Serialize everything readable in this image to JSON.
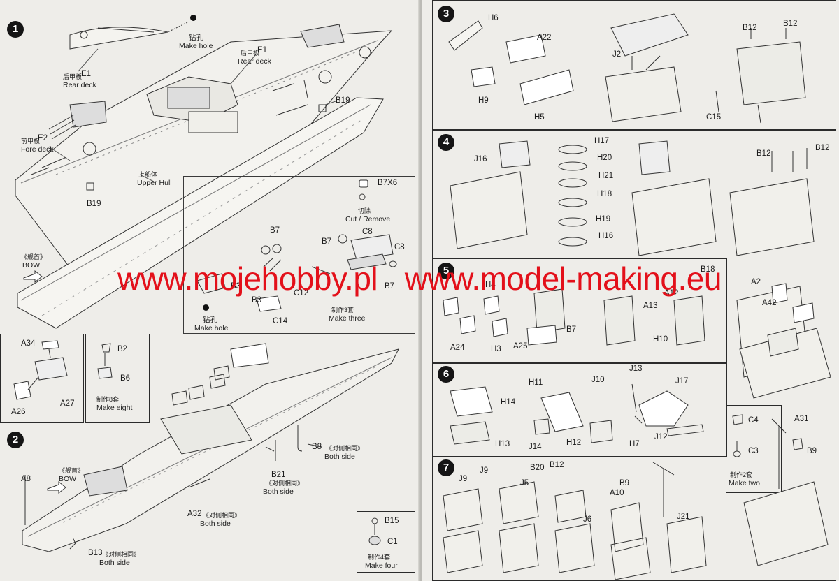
{
  "watermark": {
    "left": "www.mojehobby.pl",
    "right": "www.model-making.eu"
  },
  "colors": {
    "watermark": "#e3101a",
    "paper": "#eeede9",
    "ink": "#1c1c1c"
  },
  "steps": [
    "1",
    "2",
    "3",
    "4",
    "5",
    "6",
    "7"
  ],
  "step1": {
    "make_hole_top_cn": "钻孔",
    "make_hole_top": "Make hole",
    "rear_deck_top_cn": "后甲板",
    "rear_deck_top_part": "E1",
    "rear_deck_top": "Rear deck",
    "rear_deck_left_cn": "后甲板",
    "rear_deck_left_part": "E1",
    "rear_deck_left": "Rear deck",
    "b19_top": "B19",
    "fore_deck_cn": "前甲板",
    "fore_deck_part": "E2",
    "fore_deck": "Fore deck",
    "upper_hull_cn": "上船体",
    "upper_hull": "Upper Hull",
    "b19_bottom": "B19",
    "bow_cn": "《舰首》",
    "bow": "BOW",
    "b7x6": "B7X6",
    "cut_remove_cn": "切除",
    "cut_remove": "Cut / Remove",
    "b7_a": "B7",
    "c8_a": "C8",
    "b7_b": "B7",
    "c8_b": "C8",
    "b7_c": "B7",
    "b3_a": "B3",
    "c12": "C12",
    "b3_b": "B3",
    "c14": "C14",
    "make_hole_bottom_cn": "钻孔",
    "make_hole_bottom": "Make hole",
    "make_three_cn": "制作3套",
    "make_three": "Make three"
  },
  "inset_a": {
    "a34": "A34",
    "a27": "A27",
    "a26": "A26"
  },
  "inset_b": {
    "b2": "B2",
    "b6": "B6",
    "make_eight_cn": "制作8套",
    "make_eight": "Make eight"
  },
  "step2": {
    "b8": "B8",
    "b8_note": "《对侧相同》",
    "b8_both": "Both side",
    "b21": "B21",
    "b21_note": "《对侧相同》",
    "b21_both": "Both side",
    "bow_cn": "《舰首》",
    "bow": "BOW",
    "a8": "A8",
    "a32": "A32",
    "a32_note": "《对侧相同》",
    "a32_both": "Both side",
    "b13": "B13",
    "b13_note": "《对侧相同》",
    "b13_both": "Both side",
    "b15": "B15",
    "c1": "C1",
    "make_four_cn": "制作4套",
    "make_four": "Make four"
  },
  "step3": {
    "h6": "H6",
    "a22": "A22",
    "h9": "H9",
    "h5": "H5",
    "j2": "J2",
    "b12_a": "B12",
    "b12_b": "B12",
    "c15": "C15"
  },
  "step4": {
    "j16": "J16",
    "h17": "H17",
    "h20": "H20",
    "h21": "H21",
    "h18": "H18",
    "h19": "H19",
    "h16": "H16",
    "b12_a": "B12",
    "b12_b": "B12"
  },
  "step5": {
    "a2": "A2",
    "a42": "A42",
    "h4": "H4",
    "b7": "B7",
    "a24": "A24",
    "h3": "H3",
    "a25": "A25",
    "h10": "H10",
    "a13": "A13",
    "a12": "A12",
    "b18": "B18"
  },
  "step6": {
    "h14": "H14",
    "h13": "H13",
    "h11": "H11",
    "j14": "J14",
    "j10": "J10",
    "h12": "H12",
    "j13": "J13",
    "j17": "J17",
    "h7": "H7",
    "j12": "J12"
  },
  "inset_c": {
    "c4": "C4",
    "c3": "C3",
    "make_two_cn": "制作2套",
    "make_two": "Make two"
  },
  "step7": {
    "j9_a": "J9",
    "j9_b": "J9",
    "b20": "B20",
    "j5": "J5",
    "b12": "B12",
    "j6": "J6",
    "b9_a": "B9",
    "a10": "A10",
    "j21": "J21",
    "a31": "A31",
    "b9_b": "B9"
  }
}
